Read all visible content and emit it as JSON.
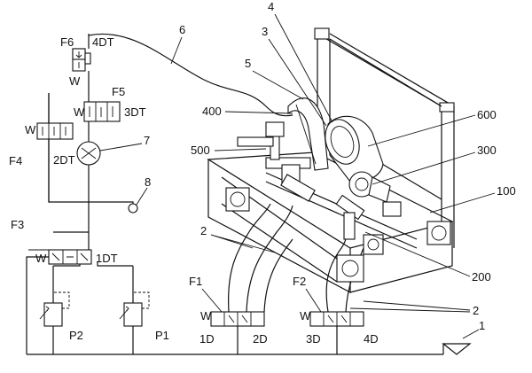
{
  "labels": {
    "f6": "F6",
    "t4dt": "4DT",
    "n6": "6",
    "n4": "4",
    "n3": "3",
    "n5": "5",
    "f5": "F5",
    "t3dt": "3DT",
    "n400": "400",
    "n600": "600",
    "n500": "500",
    "n7": "7",
    "f4": "F4",
    "t2dt": "2DT",
    "n300": "300",
    "n8": "8",
    "n100": "100",
    "f3": "F3",
    "t1dt": "1DT",
    "n2a": "2",
    "n200": "200",
    "f1": "F1",
    "f2": "F2",
    "n2b": "2",
    "n1": "1",
    "p2": "P2",
    "p1": "P1",
    "d1": "1D",
    "d2": "2D",
    "d3": "3D",
    "d4": "4D",
    "w": "W"
  },
  "colors": {
    "ink": "#111111",
    "paper": "#ffffff"
  }
}
